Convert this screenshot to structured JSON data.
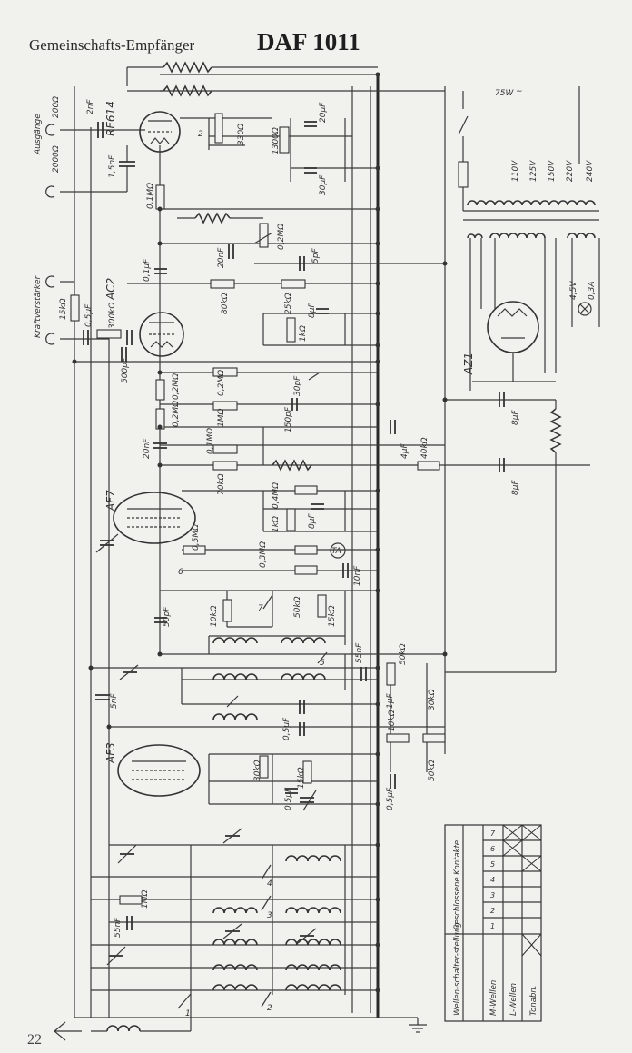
{
  "header": {
    "subtitle": "Gemeinschafts-Empfänger",
    "model": "DAF 1011"
  },
  "page_number": "22",
  "tubes": {
    "re614": "RE614",
    "ac2": "AC2",
    "af7": "AF7",
    "af3": "AF3",
    "az1": "AZ1"
  },
  "outputs": {
    "ausgaenge": "Ausgänge",
    "ohm200": "200Ω",
    "ohm2000": "2000Ω",
    "kraftverstaerker": "Kraftverstärker"
  },
  "mains": {
    "power": "75W",
    "ac_symbol": "~",
    "taps": [
      "110V",
      "125V",
      "150V",
      "220V",
      "240V"
    ],
    "pilot": [
      "4,5V",
      "0,3A"
    ]
  },
  "components": {
    "c_2nf": "2nF",
    "c_1_5nf": "1,5nF",
    "r_2": "2",
    "r_330": "330Ω",
    "c_20uf_a": "20μF",
    "r_1300": "1300Ω",
    "c_30uf": "30μF",
    "r_01m_a": "0,1MΩ",
    "r_02m_a": "0,2MΩ",
    "c_20nf_a": "20nF",
    "c_01uf": "0,1μF",
    "c_5pf": "5pF",
    "r_15k": "15kΩ",
    "c_05uf_a": "0,5μF",
    "r_300k": "300kΩ",
    "r_80k": "80kΩ",
    "r_25k": "25kΩ",
    "c_8uf_a": "8μF",
    "r_1k_a": "1kΩ",
    "c_500pf": "500pF",
    "r_02m_b": "0,2MΩ",
    "r_02m_c": "0,2MΩ",
    "r_02m_d": "0,2MΩ",
    "r_1m_a": "1MΩ",
    "c_30pf": "30pF",
    "c_150pf": "150pF",
    "c_20nf_b": "20nF",
    "r_01m_b": "0,1MΩ",
    "c_4uf": "4μF",
    "r_40k": "40kΩ",
    "r_70k": "70kΩ",
    "r_04m": "0,4MΩ",
    "c_8uf_b": "8μF",
    "c_8uf_c": "8μF",
    "r_1k_b": "1kΩ",
    "r_05m": "0,5MΩ",
    "r_03m": "0,3MΩ",
    "ta": "TA",
    "c_10nf": "10nF",
    "sw_6": "6",
    "sw_7": "7",
    "r_10k": "10kΩ",
    "r_50k_a": "50kΩ",
    "r_15k_b": "15kΩ",
    "c_50pf": "50pF",
    "sw_5": "5",
    "c_55nf": "55nF",
    "r_50k_b": "50kΩ",
    "c_5nf": "5nF",
    "c_1uf": "1μF",
    "r_30k_a": "30kΩ",
    "r_10k_b": "10kΩ",
    "c_05uf_b": "0,5μF",
    "r_30k_b": "30kΩ",
    "r_15k_c": "15kΩ",
    "r_50k_c": "50kΩ",
    "c_05uf_c": "0,5μF",
    "c_05uf_d": "0,5μF",
    "r_1m_b": "1MΩ",
    "c_55nf_b": "55nF",
    "sw_4": "4",
    "sw_3": "3",
    "sw_2": "2",
    "sw_1": "1"
  },
  "switch_table": {
    "row_headers": [
      "Wellen-schalter-stellung",
      "M-Wellen",
      "L-Wellen",
      "Tonabn."
    ],
    "col_header": "Geschlossene Kontakte",
    "contacts": [
      "1",
      "2",
      "3",
      "4",
      "5",
      "6",
      "7"
    ]
  }
}
